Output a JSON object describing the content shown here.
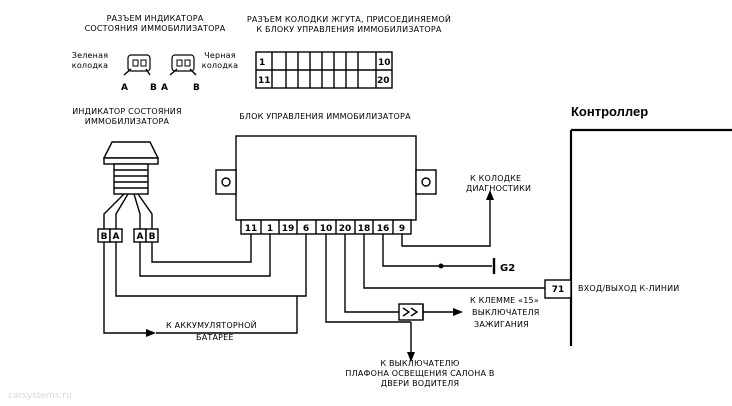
{
  "labels": {
    "indicator_connector": [
      "РАЗЪЕМ ИНДИКАТОРА",
      "СОСТОЯНИЯ ИММОБИЛИЗАТОРА"
    ],
    "green_connector": [
      "Зеленая",
      "колодка"
    ],
    "black_connector": [
      "Черная",
      "колодка"
    ],
    "harness_connector": [
      "РАЗЪЕМ КОЛОДКИ ЖГУТА, ПРИСОЕДИНЯЕМОЙ",
      "К БЛОКУ УПРАВЛЕНИЯ ИММОБИЛИЗАТОРА"
    ],
    "indicator": [
      "ИНДИКАТОР СОСТОЯНИЯ",
      "ИММОБИЛИЗАТОРА"
    ],
    "control_unit": "БЛОК УПРАВЛЕНИЯ ИММОБИЛИЗАТОРА",
    "controller": "Контроллер",
    "diagnostics": [
      "К КОЛОДКЕ",
      "ДИАГНОСТИКИ"
    ],
    "ground": "G2",
    "kline": "ВХОД/ВЫХОД К-ЛИНИИ",
    "battery": [
      "К АККУМУЛЯТОРНОЙ",
      "БАТАРЕЕ"
    ],
    "ignition": [
      "К КЛЕММЕ «15»",
      "ВЫКЛЮЧАТЕЛЯ",
      "ЗАЖИГАНИЯ"
    ],
    "door_switch": [
      "К ВЫКЛЮЧАТЕЛЮ",
      "ПЛАФОНА ОСВЕЩЕНИЯ САЛОНА В",
      "ДВЕРИ ВОДИТЕЛЯ"
    ],
    "watermark": "carsystems.ru"
  },
  "connector_pins": {
    "green": [
      "A"
    ],
    "black_left": "B",
    "black_right": "A",
    "black_b": "B",
    "harness_row1_first": "1",
    "harness_row1_last": "10",
    "harness_row2_first": "11",
    "harness_row2_last": "20"
  },
  "indicator_pins": [
    "B",
    "A",
    "A",
    "B"
  ],
  "unit_pins": [
    "11",
    "1",
    "19",
    "6",
    "10",
    "20",
    "18",
    "16",
    "9"
  ],
  "controller_pin": "71"
}
